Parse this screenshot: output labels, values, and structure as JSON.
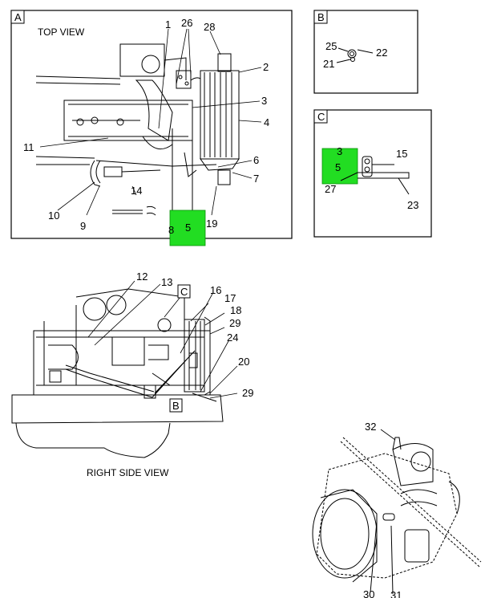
{
  "panels": {
    "A": {
      "letter": "A",
      "caption": "TOP VIEW"
    },
    "B": {
      "letter": "B"
    },
    "C": {
      "letter": "C"
    }
  },
  "right_side_view": {
    "caption": "RIGHT SIDE VIEW"
  },
  "callouts": {
    "c1": "1",
    "c26": "26",
    "c28": "28",
    "c2": "2",
    "c3": "3",
    "c4": "4",
    "c11": "11",
    "c6": "6",
    "c7": "7",
    "c10": "10",
    "c9": "9",
    "c14": "14",
    "c8": "8",
    "c5a": "5",
    "c19": "19",
    "c25": "25",
    "c22": "22",
    "c21": "21",
    "c3c": "3",
    "c5c": "5",
    "c15": "15",
    "c27": "27",
    "c23": "23",
    "c12": "12",
    "c13": "13",
    "cC": "C",
    "c16": "16",
    "c17": "17",
    "c18": "18",
    "c29a": "29",
    "c24": "24",
    "c20": "20",
    "c29b": "29",
    "cB": "B",
    "c32": "32",
    "c30": "30",
    "c31": "31"
  },
  "highlight_color": "#22dd22"
}
